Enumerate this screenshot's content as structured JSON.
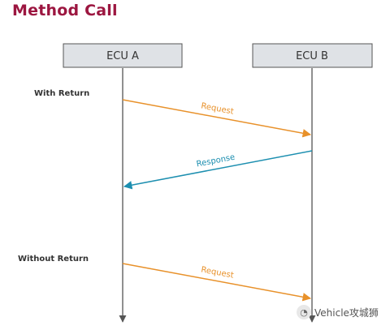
{
  "title": "Method Call",
  "participants": [
    {
      "label": "ECU A"
    },
    {
      "label": "ECU B"
    }
  ],
  "sections": [
    {
      "label": "With Return"
    },
    {
      "label": "Without Return"
    }
  ],
  "messages": [
    {
      "label": "Request",
      "from": "ECU A",
      "to": "ECU B",
      "color": "#e8912a"
    },
    {
      "label": "Response",
      "from": "ECU B",
      "to": "ECU A",
      "color": "#1d8fb0"
    },
    {
      "label": "Request",
      "from": "ECU A",
      "to": "ECU B",
      "color": "#e8912a"
    }
  ],
  "colors": {
    "title": "#9c1640",
    "box_fill": "#dfe2e6",
    "lifeline": "#555555"
  },
  "watermark": {
    "text": "Vehicle攻城狮",
    "icon": "wechat-icon"
  }
}
